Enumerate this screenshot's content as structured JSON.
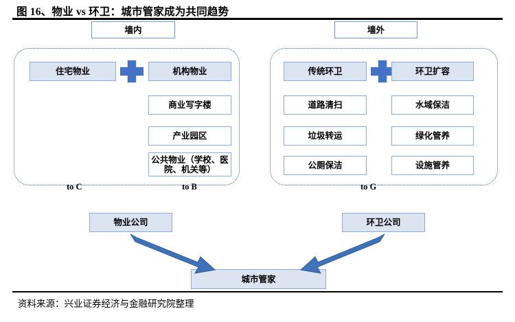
{
  "figure": {
    "title": "图 16、物业 vs 环卫：城市管家成为共同趋势",
    "source": "资料来源：兴业证券经济与金融研究院整理"
  },
  "headers": {
    "inside_wall": "墙内",
    "outside_wall": "墙外"
  },
  "left_panel": {
    "primary_box": "住宅物业",
    "secondary_box": "机构物业",
    "plus_icon": "plus-icon",
    "sub_items": [
      "商业写字楼",
      "产业园区",
      "公共物业（学校、医院、机关等）"
    ],
    "labels": {
      "to_c": "to C",
      "to_b": "to B"
    }
  },
  "right_panel": {
    "primary_box": "传统环卫",
    "secondary_box": "环卫扩容",
    "plus_icon": "plus-icon",
    "left_items": [
      "道路清扫",
      "垃圾转运",
      "公厕保洁"
    ],
    "right_items": [
      "水域保洁",
      "绿化管养",
      "设施管养"
    ],
    "labels": {
      "to_g": "to G"
    }
  },
  "bottom": {
    "left_company": "物业公司",
    "right_company": "环卫公司",
    "result": "城市管家",
    "left_arrow_icon": "arrow-down-right-icon",
    "right_arrow_icon": "arrow-down-left-icon"
  },
  "colors": {
    "box_fill": "#DCE3F1",
    "box_border": "#8EA9DB",
    "panel_border": "#3A5BA0",
    "accent_blue": "#4472C4",
    "arrow_blue": "#3F72B8",
    "arrow_dark": "#2F5C9E"
  }
}
